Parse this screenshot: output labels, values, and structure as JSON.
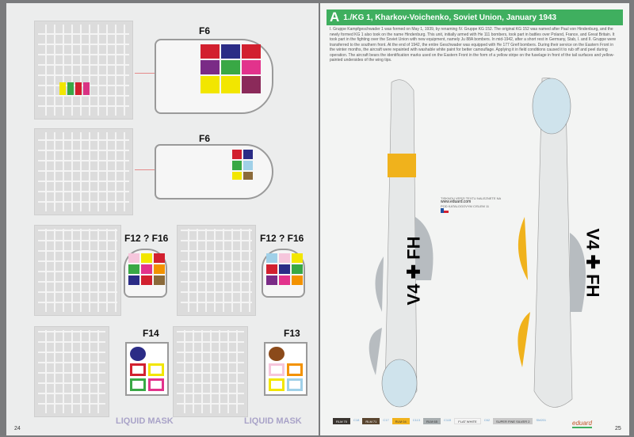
{
  "left_page": {
    "page_number": "24",
    "labels": [
      "F6",
      "F6",
      "F12 ? F16",
      "F12 ? F16",
      "F14",
      "F13"
    ],
    "liquid_mask": [
      "LIQUID MASK",
      "LIQUID MASK"
    ]
  },
  "right_page": {
    "page_number": "25",
    "header_letter": "A",
    "header_title": "1./KG 1, Kharkov-Voichenko, Soviet Union, January 1943",
    "description": "I. Gruppe Kampfgeschwader 1 was formed on May 1, 1939, by renaming IV. Gruppe KG 152. The original KG 152 was named after Paul von Hindenburg, and the newly formed KG 1 also took on the name Hindenburg. This unit, initially armed with He 111 bombers, took part in battles over Poland, France, and Great Britain. It took part in the fighting over the Soviet Union with new equipment, namely Ju 88A bombers. In mid-1942, after a short rest in Germany, Stab, I. and II. Gruppe were transferred to the southern front. At the end of 1942, the entire Geschwader was equipped with He 177 Greif bombers. During their service on the Eastern Front in the winter months, the aircraft were repainted with washable white paint for better camouflage. Applying it in field conditions caused it to rub off and peel during operation. The aircraft bears the identification marks used on the Eastern Front in the form of a yellow stripe on the fuselage in front of the tail surfaces and yellow-painted undersides of the wing tips.",
    "print_note": [
      "TISKNOU VERZI TEXTU NALEZNETE NA",
      "www.eduard.com",
      "POD KATALOGOVYM CISLEM 11"
    ],
    "codes": [
      "V4",
      "FH",
      "V4",
      "FH"
    ],
    "legend": [
      {
        "name": "RLM 70",
        "ref": "C18",
        "color": "#3a3530"
      },
      {
        "name": "RLM 71",
        "ref": "C17",
        "color": "#5a4630"
      },
      {
        "name": "RLM 04",
        "ref": "C113",
        "color": "#f0b21c"
      },
      {
        "name": "RLM 65",
        "ref": "C115",
        "color": "#a8aeb0"
      },
      {
        "name": "FLAT WHITE",
        "ref": "C62",
        "color": "#f4f4f4"
      },
      {
        "name": "SUPER FINE SILVER 2",
        "ref": "SM201",
        "color": "#c9c9c9"
      }
    ],
    "brand": "eduard"
  }
}
